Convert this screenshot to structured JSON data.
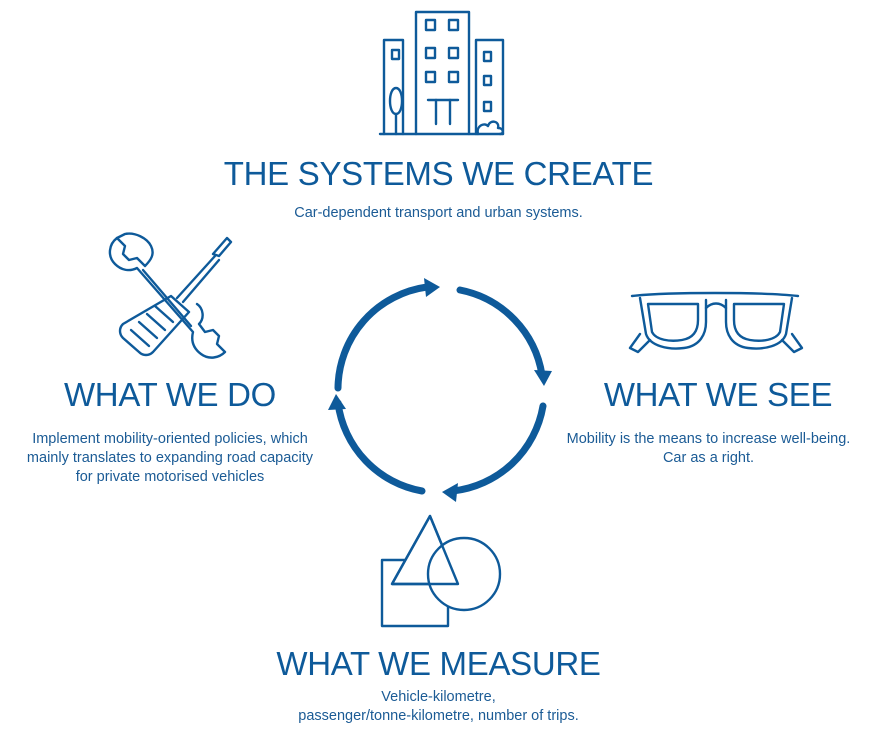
{
  "top": {
    "heading": "THE SYSTEMS WE CREATE",
    "description": [
      "Car-dependent transport and urban systems."
    ],
    "icon": "buildings-icon"
  },
  "right": {
    "heading": "WHAT WE SEE",
    "description": [
      "Mobility is the means to increase well-being.",
      "Car as a right."
    ],
    "icon": "glasses-icon"
  },
  "bottom": {
    "heading": "WHAT WE MEASURE",
    "description": [
      "Vehicle-kilometre,",
      "passenger/tonne-kilometre, number of trips."
    ],
    "icon": "shapes-icon"
  },
  "left": {
    "heading": "WHAT WE DO",
    "description": [
      "Implement mobility-oriented policies, which",
      "mainly translates to expanding road capacity",
      "for private motorised vehicles"
    ],
    "icon": "tools-icon"
  },
  "colors": {
    "primary": "#0e5a9a"
  },
  "cycle": {
    "direction": "clockwise",
    "arrow_count": 4,
    "icon": "cycle-arrows-icon"
  }
}
